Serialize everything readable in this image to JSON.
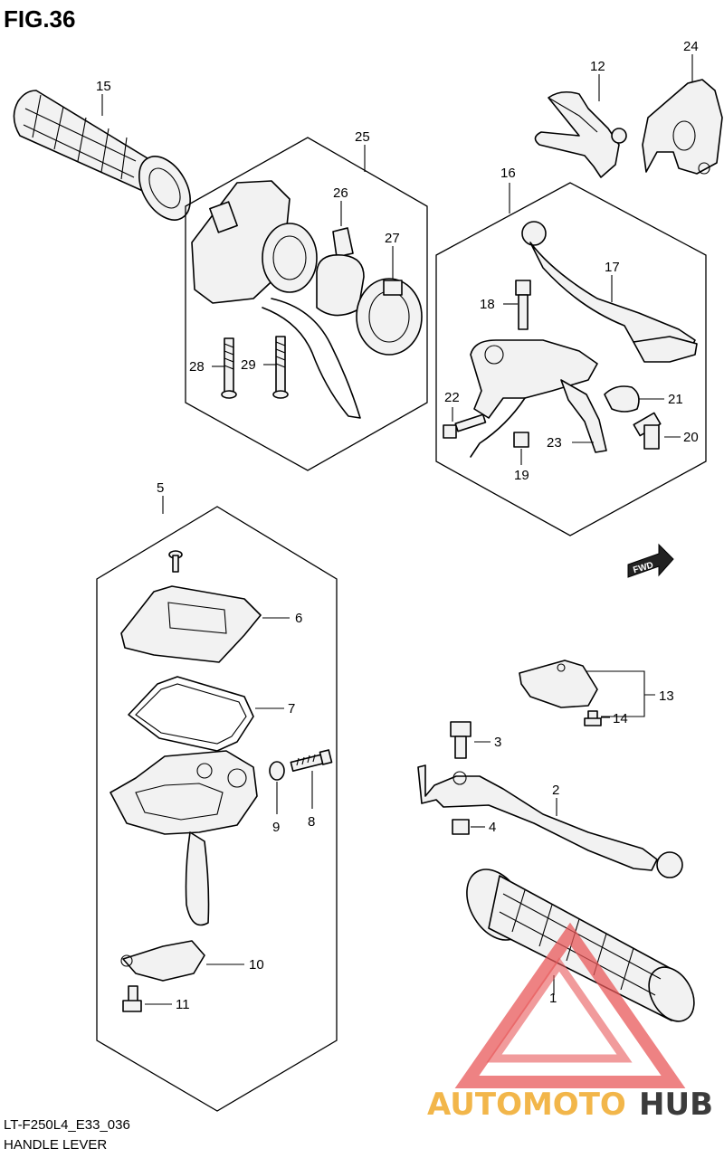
{
  "figure": {
    "title": "FIG.36"
  },
  "footer": {
    "model_code": "LT-F250L4_E33_036",
    "caption": "HANDLE LEVER"
  },
  "watermark": {
    "brand_part1": "AUTOMOTO",
    "brand_part2": "HUB",
    "color_part1": "#f2b64a",
    "color_part2": "#3b3b3b",
    "triangle_color": "#e8585a"
  },
  "fwd_badge": "FWD",
  "callouts": {
    "c1": "1",
    "c2": "2",
    "c3": "3",
    "c4": "4",
    "c5": "5",
    "c6": "6",
    "c7": "7",
    "c8": "8",
    "c9": "9",
    "c10": "10",
    "c11": "11",
    "c12": "12",
    "c13": "13",
    "c14": "14",
    "c15": "15",
    "c16": "16",
    "c17": "17",
    "c18": "18",
    "c19": "19",
    "c20": "20",
    "c21": "21",
    "c22": "22",
    "c23": "23",
    "c24": "24",
    "c25": "25",
    "c26": "26",
    "c27": "27",
    "c28": "28",
    "c29": "29"
  }
}
